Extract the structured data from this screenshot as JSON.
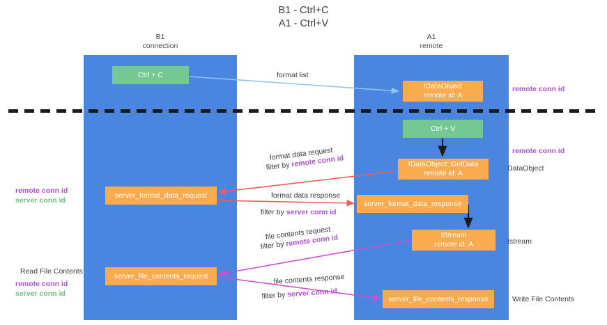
{
  "title": {
    "line1": "B1 - Ctrl+C",
    "line2": "A1 - Ctrl+V"
  },
  "columns": {
    "left": {
      "name": "B1",
      "role": "connection"
    },
    "right": {
      "name": "A1",
      "role": "remote"
    }
  },
  "boxes": {
    "ctrl_c": {
      "label": "Ctrl + C",
      "color": "#76c893"
    },
    "idataobject": {
      "line1": "IDataObject",
      "line2": "remote id: A",
      "color": "#f9ab4e"
    },
    "ctrl_v": {
      "label": "Ctrl + V",
      "color": "#76c893"
    },
    "getdata": {
      "line1": "IDataObject::GetData",
      "line2": "remote id: A",
      "color": "#f9ab4e"
    },
    "server_format_data_request": {
      "label": "server_format_data_request",
      "color": "#f9ab4e"
    },
    "server_format_data_response": {
      "label": "server_format_data_response",
      "color": "#f9ab4e"
    },
    "istream": {
      "line1": "IStream",
      "line2": "remote id: A",
      "color": "#f9ab4e"
    },
    "server_file_contents_request": {
      "label": "server_file_contents_request",
      "color": "#f9ab4e"
    },
    "server_file_contents_response": {
      "label": "server_file_contents_response",
      "color": "#f9ab4e"
    }
  },
  "arrow_labels": {
    "format_list": "format list",
    "format_data_request": "format data request",
    "format_data_request_filter_prefix": "filter by ",
    "format_data_request_filter_key": "remote conn id",
    "format_data_response": "format data response",
    "format_data_response_filter_prefix": "filter by ",
    "format_data_response_filter_key": "server conn id",
    "file_contents_request": "file contents request",
    "file_contents_request_filter_prefix": "filter by ",
    "file_contents_request_filter_key": "remote conn id",
    "file_contents_response": "file contents response",
    "file_contents_response_filter_prefix": "filter by ",
    "file_contents_response_filter_key": "server conn id"
  },
  "side_labels": {
    "remote_conn_id_top": "remote conn id",
    "remote_conn_id_mid": "remote conn id",
    "dataobject": "DataObject",
    "istream": "Istream",
    "write_file_contents": "Write File Contents",
    "read_file_contents": "Read File Contents",
    "left_remote_conn_id_1": "remote conn id",
    "left_server_conn_id_1": "server conn id",
    "left_remote_conn_id_2": "remote conn id",
    "left_server_conn_id_2": "server conn id"
  },
  "colors": {
    "lane": "#4a86e0",
    "green_box": "#76c893",
    "orange_box": "#f9ab4e",
    "purple_text": "#b14fd8",
    "green_text": "#6fc07f",
    "arrow_blue": "#8ec5e8",
    "arrow_red": "#ef5b5b",
    "arrow_magenta": "#cc4fd0",
    "arrow_black": "#1a1a1a",
    "divider": "#1a1a1a"
  }
}
